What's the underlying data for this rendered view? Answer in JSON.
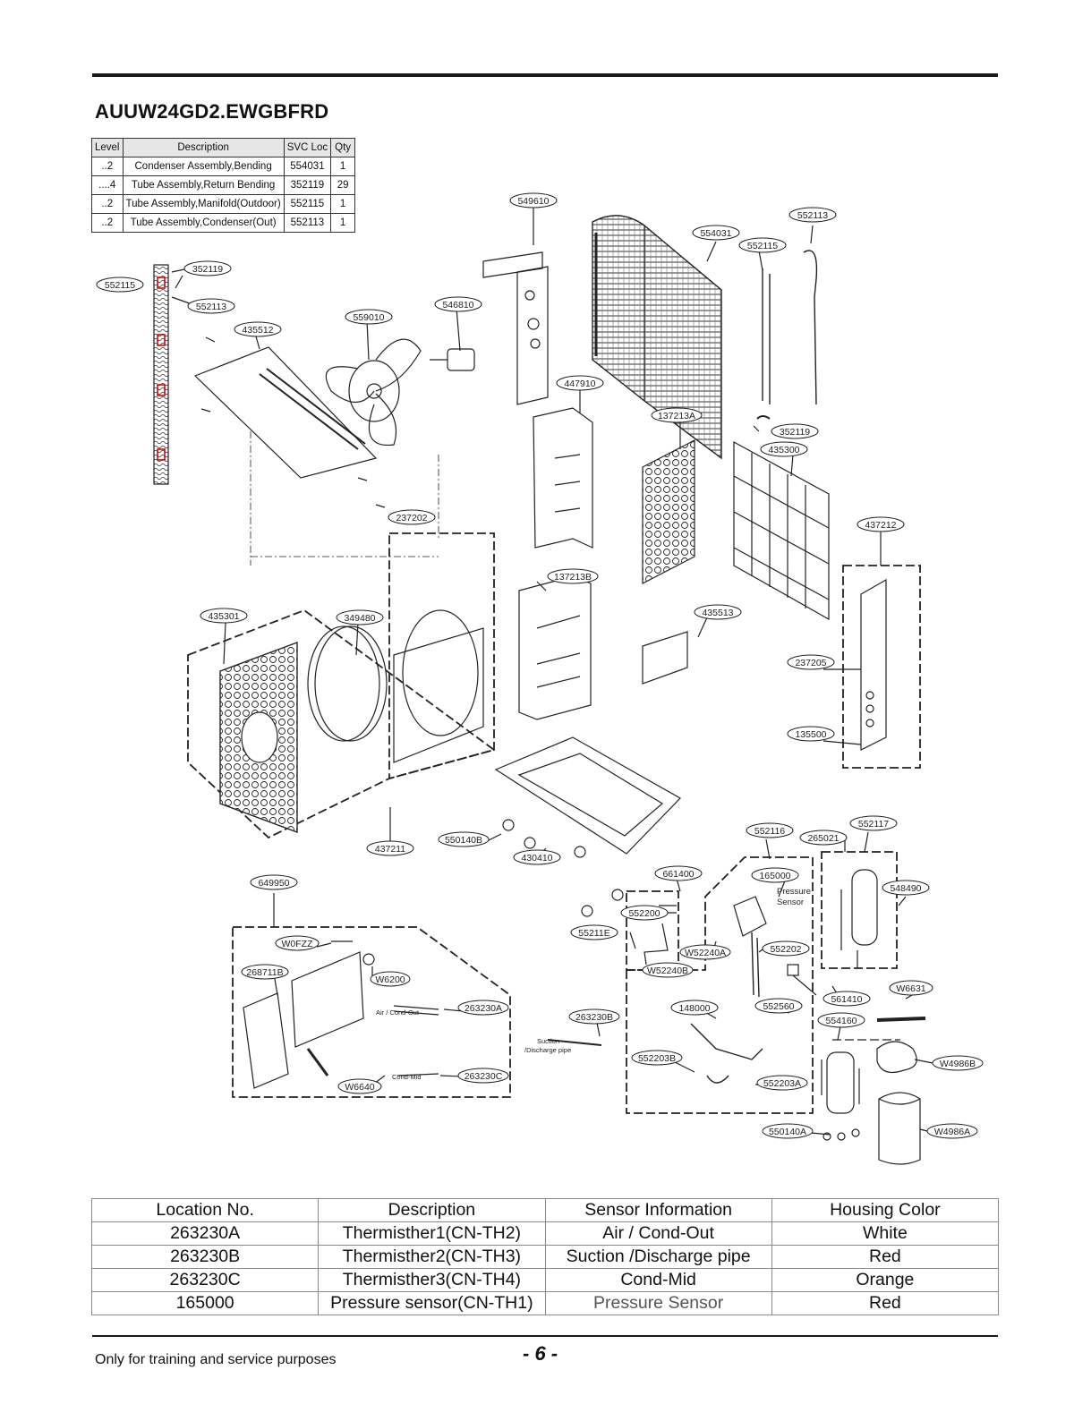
{
  "title": "AUUW24GD2.EWGBFRD",
  "svc_table": {
    "headers": [
      "Level",
      "Description",
      "SVC Loc",
      "Qty"
    ],
    "rows": [
      [
        "..2",
        "Condenser Assembly,Bending",
        "554031",
        "1"
      ],
      [
        "....4",
        "Tube Assembly,Return Bending",
        "352119",
        "29"
      ],
      [
        "..2",
        "Tube Assembly,Manifold(Outdoor)",
        "552115",
        "1"
      ],
      [
        "..2",
        "Tube Assembly,Condenser(Out)",
        "552113",
        "1"
      ]
    ]
  },
  "diagram": {
    "part_labels": [
      "549610",
      "552113",
      "554031",
      "552115",
      "352119",
      "552115",
      "552113",
      "546810",
      "559010",
      "435512",
      "447910",
      "137213A",
      "352119",
      "435300",
      "237202",
      "437212",
      "137213B",
      "435301",
      "349480",
      "435513",
      "237205",
      "135500",
      "437211",
      "550140B",
      "430410",
      "552116",
      "552117",
      "265021",
      "661400",
      "165000",
      "548490",
      "649950",
      "552200",
      "55211E",
      "W52240A",
      "552202",
      "W0FZZ",
      "W52240B",
      "W6200",
      "268711B",
      "561410",
      "W6631",
      "263230A",
      "148000",
      "552560",
      "554160",
      "263230B",
      "552203B",
      "W4986B",
      "263230C",
      "W6640",
      "552203A",
      "550140A",
      "W4986A"
    ],
    "annotations": [
      "Pressure",
      "Sensor",
      "Air / Cond-Out",
      "Suction",
      "/Discharge pipe",
      "Cond-Mid"
    ]
  },
  "sensor_table": {
    "headers": [
      "Location No.",
      "Description",
      "Sensor Information",
      "Housing Color"
    ],
    "rows": [
      [
        "263230A",
        "Thermisther1(CN-TH2)",
        "Air / Cond-Out",
        "White"
      ],
      [
        "263230B",
        "Thermisther2(CN-TH3)",
        "Suction /Discharge pipe",
        "Red"
      ],
      [
        "263230C",
        "Thermisther3(CN-TH4)",
        "Cond-Mid",
        "Orange"
      ],
      [
        "165000",
        "Pressure sensor(CN-TH1)",
        "Pressure Sensor",
        "Red"
      ]
    ]
  },
  "footer": {
    "note": "Only for training and service purposes",
    "page": "- 6 -"
  }
}
